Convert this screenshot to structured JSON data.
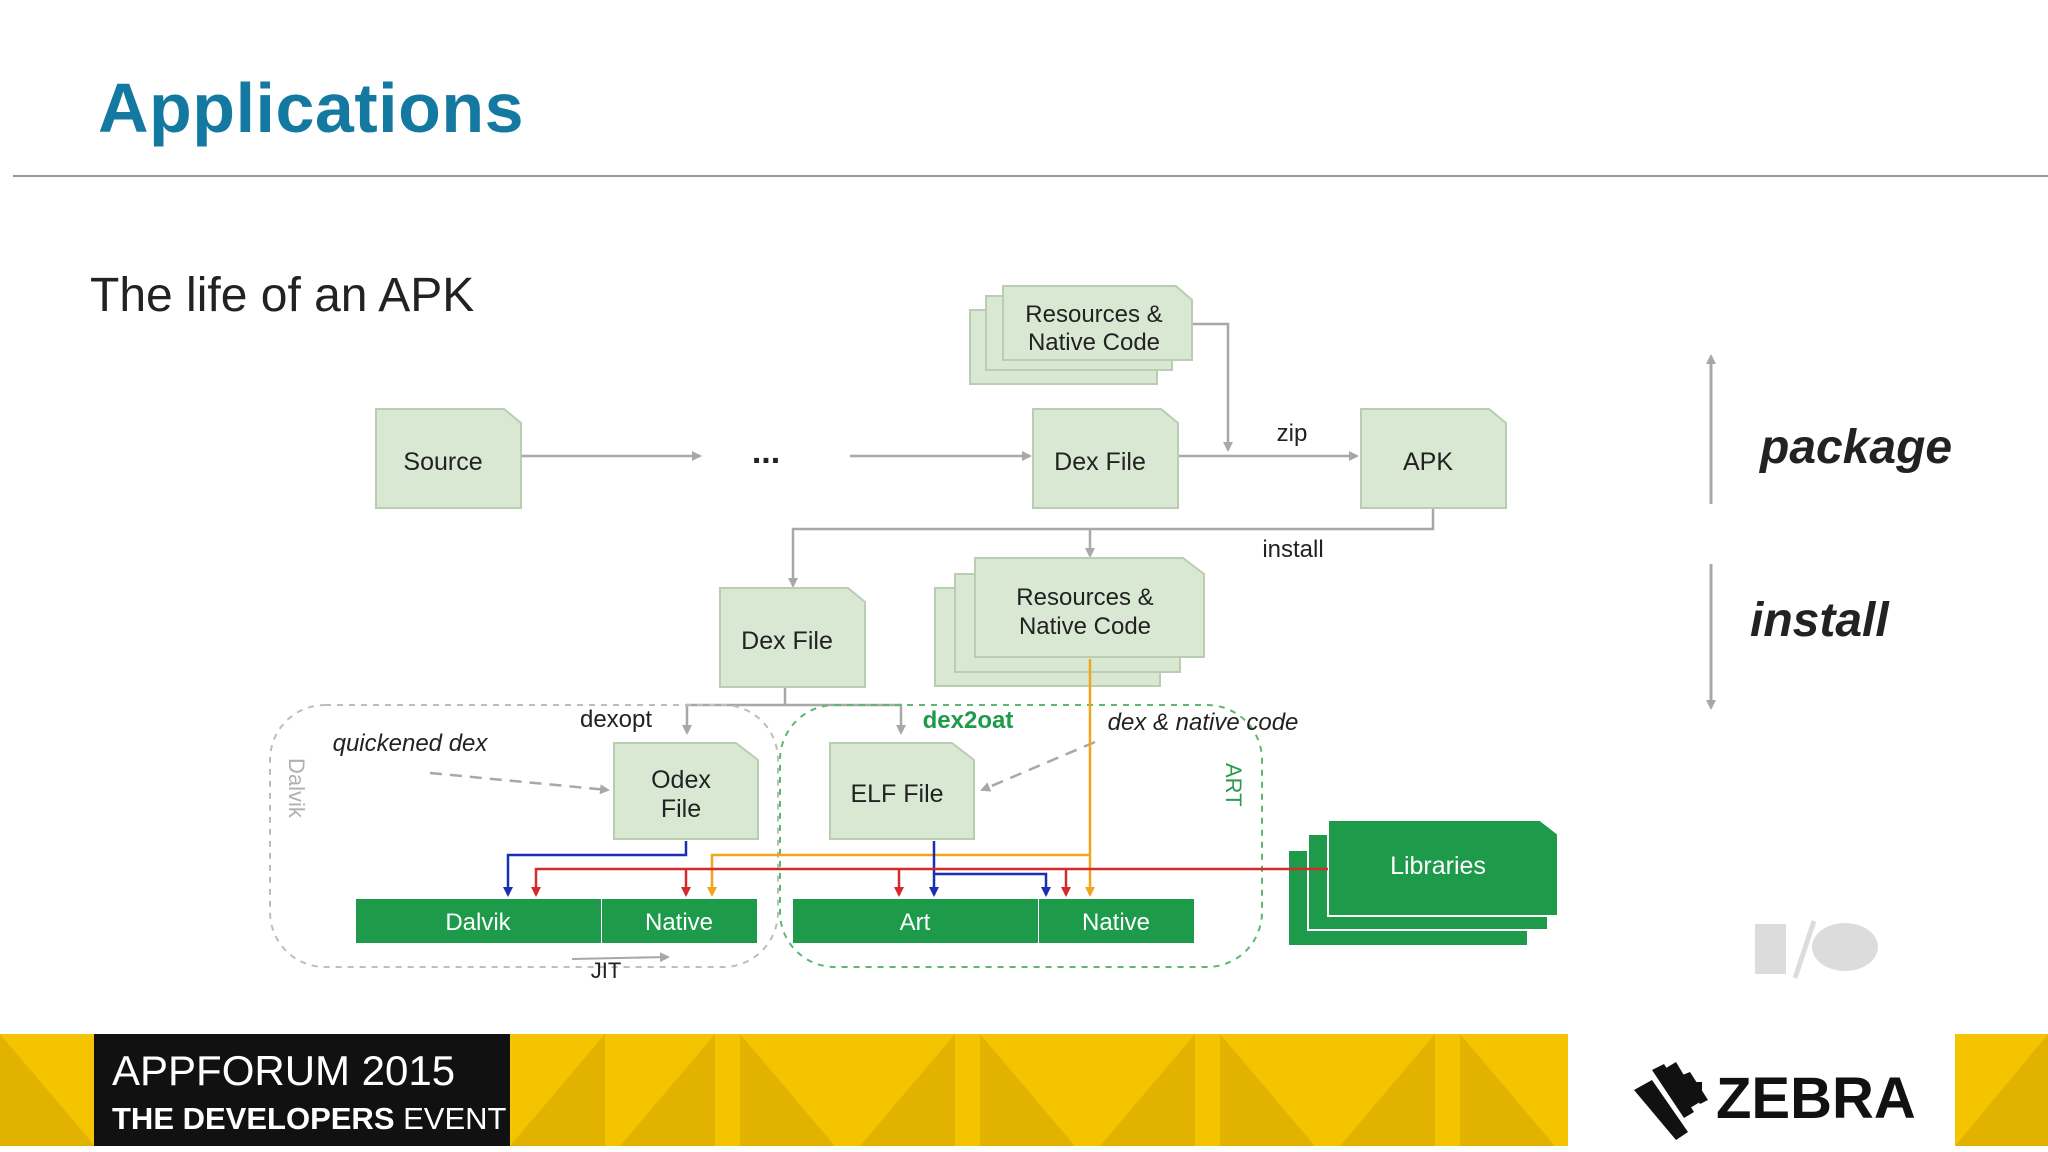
{
  "header": {
    "title": "Applications"
  },
  "diagram": {
    "heading": "The life of an APK",
    "nodes": {
      "source": "Source",
      "ellipsis": "...",
      "dex_top": "Dex File",
      "apk": "APK",
      "res_top_1": "Resources &",
      "res_top_2": "Native Code",
      "dex_mid": "Dex File",
      "res_mid_1": "Resources &",
      "res_mid_2": "Native Code",
      "odex_1": "Odex",
      "odex_2": "File",
      "elf": "ELF File",
      "libraries": "Libraries"
    },
    "edges": {
      "zip": "zip",
      "install": "install",
      "dexopt": "dexopt",
      "dex2oat": "dex2oat",
      "dex_native": "dex & native code",
      "quickened": "quickened dex",
      "jit": "JIT"
    },
    "regions": {
      "dalvik": "Dalvik",
      "art": "ART"
    },
    "runtimes": {
      "dalvik": "Dalvik",
      "dalvik_native": "Native",
      "art": "Art",
      "art_native": "Native"
    },
    "phases": {
      "package": "package",
      "install": "install"
    },
    "io_logo": "I/O"
  },
  "footer": {
    "event_line1": "APPFORUM 2015",
    "event_line2_bold": "THE DEVELOPERS",
    "event_line2_rest": " EVENT",
    "brand": "ZEBRA"
  },
  "colors": {
    "title": "#1479a1",
    "box_fill": "#d9e8d3",
    "green_bar": "#1e9a4b",
    "dex2oat_text": "#1e9a4b",
    "blue_arrow": "#1b2fb0",
    "red_arrow": "#d32a2a",
    "orange_arrow": "#f2a51c",
    "footer_yellow": "#f5c400",
    "footer_black": "#111111"
  }
}
